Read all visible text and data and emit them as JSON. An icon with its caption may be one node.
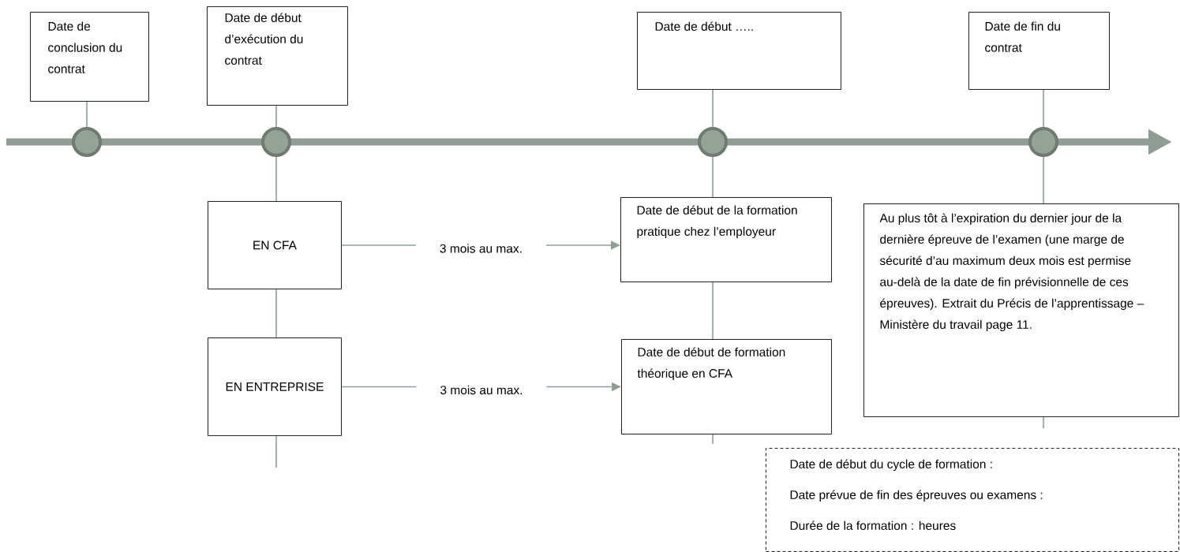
{
  "diagram": {
    "nodes": [
      {
        "text": [
          "Date de conclusion du contrat"
        ]
      },
      {
        "text": [
          "Date de début d’exécution du contrat"
        ]
      },
      {
        "text": [
          "Date de début ….."
        ]
      },
      {
        "text": [
          "Date de fin du contrat"
        ]
      },
      {
        "text": [],
        "shape": "circle"
      },
      {
        "text": [],
        "shape": "circle"
      },
      {
        "text": [],
        "shape": "circle"
      },
      {
        "text": [],
        "shape": "circle"
      },
      {
        "text": [
          "EN CFA"
        ]
      },
      {
        "text": [
          "EN ENTREPRISE"
        ]
      },
      {
        "text": [
          "Date de début de la formation pratique chez l’employeur"
        ]
      },
      {
        "text": [
          "Date de début de formation théorique en CFA"
        ]
      },
      {
        "text": [
          "Au plus tôt à l’expiration du dernier jour de la dernière épreuve de l’examen (une marge de sécurité d’au maximum deux mois est permise au-delà de la date de fin prévisionnelle de ces épreuves). Extrait du Précis de l’apprentissage – Ministère du travail page 11."
        ]
      },
      {
        "text": [
          "Date de début du cycle de formation :",
          "Date prévue de fin des épreuves ou examens :",
          "Durée de la formation :          heures"
        ]
      }
    ],
    "edges": [
      {
        "from": 0,
        "to": 4,
        "arrow": "none"
      },
      {
        "from": 1,
        "to": 5,
        "arrow": "none"
      },
      {
        "from": 2,
        "to": 6,
        "arrow": "none"
      },
      {
        "from": 3,
        "to": 7,
        "arrow": "none"
      },
      {
        "from": 5,
        "to": 8,
        "arrow": "none"
      },
      {
        "from": 8,
        "to": 9,
        "arrow": "none"
      },
      {
        "from": 9,
        "to": null,
        "arrow": "none"
      },
      {
        "from": 6,
        "to": 10,
        "arrow": "none"
      },
      {
        "from": 10,
        "to": 11,
        "arrow": "none"
      },
      {
        "from": 11,
        "to": null,
        "arrow": "none"
      },
      {
        "from": 7,
        "to": 12,
        "arrow": "none"
      },
      {
        "from": 12,
        "to": null,
        "arrow": "none"
      },
      {
        "from": 8,
        "to": 10,
        "arrow": "to",
        "label": "3 mois au max."
      },
      {
        "from": 9,
        "to": 11,
        "arrow": "to",
        "label": "3 mois au max."
      }
    ]
  }
}
